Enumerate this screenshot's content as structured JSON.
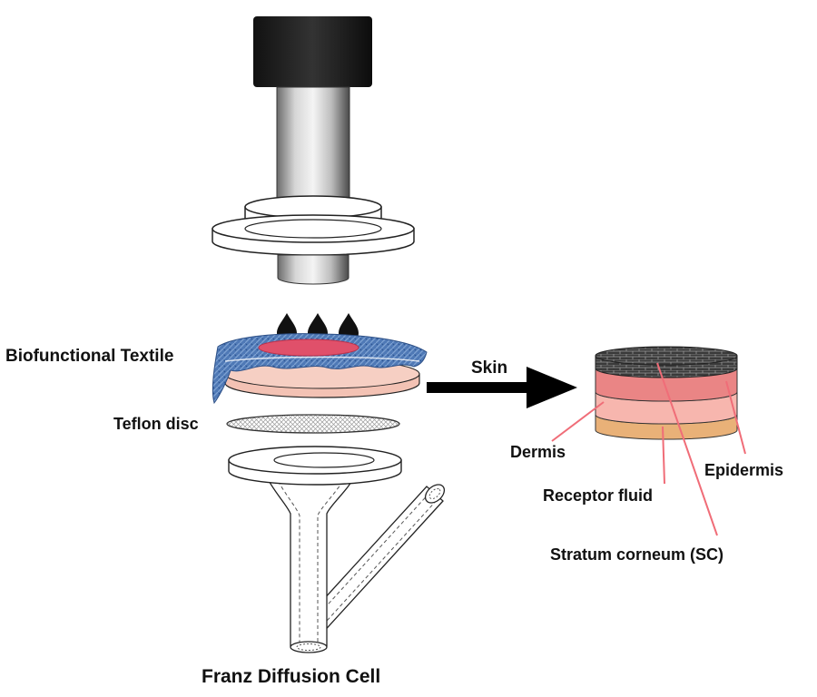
{
  "labels": {
    "textile": "Biofunctional Textile",
    "teflon": "Teflon disc",
    "franz": "Franz Diffusion Cell",
    "skin": "Skin",
    "dermis": "Dermis",
    "epidermis": "Epidermis",
    "receptor": "Receptor fluid",
    "sc": "Stratum corneum (SC)"
  },
  "colors": {
    "cap": "#1e1e1e",
    "textile": "#4f79b6",
    "textile_center": "#e0506a",
    "skin": "#f3c2b4",
    "pointer": "#f06d78",
    "sc_layer": "#2f2f2f",
    "epidermis_layer": "#ea8585",
    "dermis_layer": "#f7b6ae",
    "receptor_layer": "#e9b178",
    "arrow": "#000000"
  },
  "icons": {
    "droplets": "droplet-icon",
    "arrow": "arrow-right-icon"
  }
}
